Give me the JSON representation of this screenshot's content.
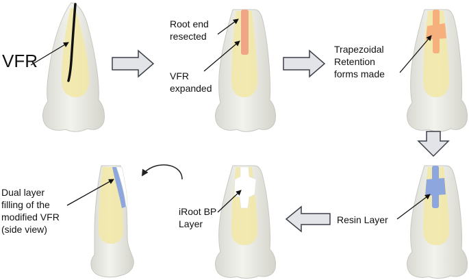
{
  "labels": {
    "vfr": "VFR",
    "root_end_resected": "Root end\nresected",
    "vfr_expanded": "VFR\nexpanded",
    "trapezoidal": "Trapezoidal\nRetention\nforms made",
    "dual_layer": "Dual layer\nfilling of the\nmodified VFR\n(side view)",
    "iroot_bp": "iRoot BP\nLayer",
    "resin_layer": "Resin Layer"
  },
  "colors": {
    "tooth_fill": "#ebebe6",
    "tooth_outline": "#c8c8c2",
    "canal_yellow": "#f2e7a6",
    "fracture_line": "#111111",
    "expanded_vfr": "#f0a586",
    "retention_form": "#f5b07e",
    "resin_layer": "#8ea6de",
    "iroot_bp": "#ffffff",
    "flow_arrow_fill": "#e2e4e8",
    "flow_arrow_stroke": "#3a3f48"
  }
}
